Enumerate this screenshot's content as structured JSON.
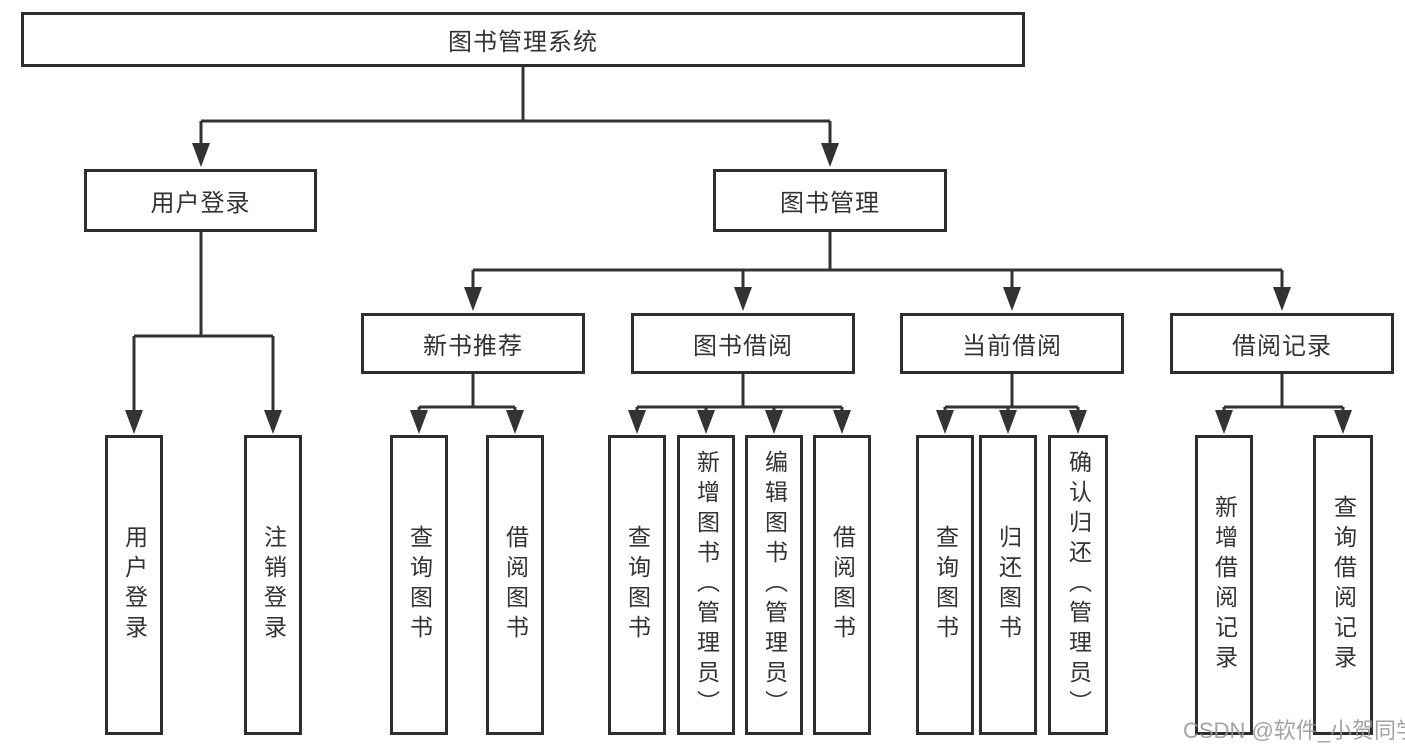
{
  "diagram": {
    "title": "图书管理系统",
    "branches": [
      {
        "label": "用户登录",
        "children": [
          {
            "label": "用户登录"
          },
          {
            "label": "注销登录"
          }
        ]
      },
      {
        "label": "图书管理",
        "children": [
          {
            "label": "新书推荐",
            "children": [
              {
                "label": "查询图书"
              },
              {
                "label": "借阅图书"
              }
            ]
          },
          {
            "label": "图书借阅",
            "children": [
              {
                "label": "查询图书"
              },
              {
                "label": "新增图书（管理员）"
              },
              {
                "label": "编辑图书（管理员）"
              },
              {
                "label": "借阅图书"
              }
            ]
          },
          {
            "label": "当前借阅",
            "children": [
              {
                "label": "查询图书"
              },
              {
                "label": "归还图书"
              },
              {
                "label": "确认归还（管理员）"
              }
            ]
          },
          {
            "label": "借阅记录",
            "children": [
              {
                "label": "新增借阅记录"
              },
              {
                "label": "查询借阅记录"
              }
            ]
          }
        ]
      }
    ]
  },
  "watermark": {
    "text": "CSDN @软件_小贺同学"
  },
  "colors": {
    "background": "#ffffff",
    "line": "#333333",
    "box_border": "#2e2e2e",
    "box_fill": "#ffffff",
    "text": "#333333",
    "watermark": "#999999"
  }
}
